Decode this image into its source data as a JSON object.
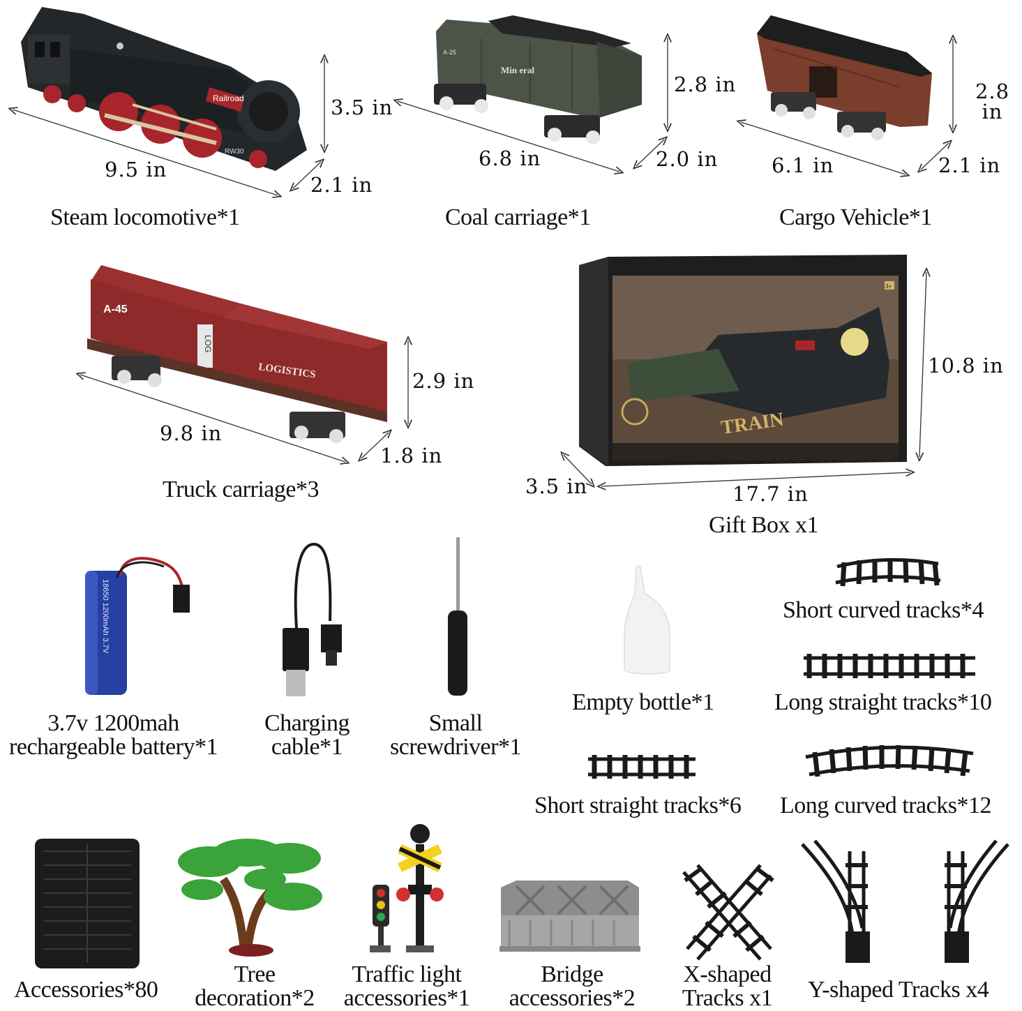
{
  "items": {
    "locomotive": {
      "name": "Steam locomotive*1",
      "length": "9.5 in",
      "height": "3.5 in",
      "width": "2.1 in",
      "text": [
        "Railroad",
        "RW30"
      ]
    },
    "coal": {
      "name": "Coal carriage*1",
      "length": "6.8 in",
      "height": "2.8 in",
      "width": "2.0 in",
      "text": [
        "Min eral",
        "A-25"
      ]
    },
    "cargo": {
      "name": "Cargo Vehicle*1",
      "length": "6.1 in",
      "height": "2.8 in",
      "width": "2.1 in"
    },
    "truck": {
      "name": "Truck carriage*3",
      "length": "9.8 in",
      "height": "2.9 in",
      "width": "1.8 in",
      "text": [
        "A-45",
        "LOG",
        "LOGISTICS"
      ]
    },
    "giftbox": {
      "name": "Gift Box x1",
      "length": "17.7 in",
      "height": "10.8 in",
      "depth": "3.5 in",
      "text": [
        "TRAIN",
        "3+"
      ]
    },
    "battery": {
      "line1": "3.7v 1200mah",
      "line2": "rechargeable battery*1",
      "text": "18650 1200mAh 3.7V"
    },
    "cable": {
      "line1": "Charging",
      "line2": "cable*1"
    },
    "screwdriver": {
      "line1": "Small",
      "line2": "screwdriver*1"
    },
    "bottle": {
      "name": "Empty bottle*1"
    },
    "short_curved": {
      "name": "Short curved tracks*4"
    },
    "long_straight": {
      "name": "Long straight tracks*10"
    },
    "short_straight": {
      "name": "Short straight tracks*6"
    },
    "long_curved": {
      "name": "Long curved tracks*12"
    },
    "accessories": {
      "name": "Accessories*80"
    },
    "tree": {
      "line1": "Tree",
      "line2": "decoration*2"
    },
    "traffic": {
      "line1": "Traffic light",
      "line2": "accessories*1"
    },
    "bridge": {
      "line1": "Bridge",
      "line2": "accessories*2"
    },
    "xtracks": {
      "line1": "X-shaped",
      "line2": "Tracks x1"
    },
    "ytracks": {
      "name": "Y-shaped Tracks x4"
    }
  },
  "colors": {
    "loco_body": "#23272a",
    "loco_red": "#a8252c",
    "coal_green": "#4b5446",
    "cargo_brown": "#7a3e2c",
    "container_red": "#8e2a2a",
    "box_dark": "#2a2a2a",
    "battery_blue": "#2540a0",
    "tree_green": "#3aa33a",
    "track_black": "#1a1a1a"
  }
}
